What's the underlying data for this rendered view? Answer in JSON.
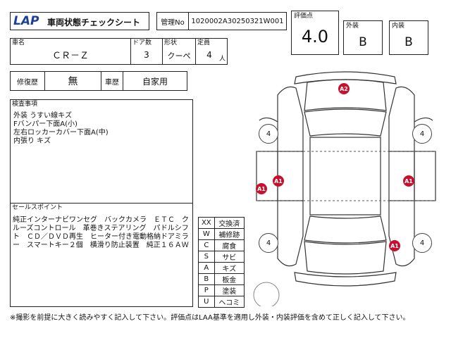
{
  "header": {
    "logo_text": "LAP",
    "title": "車両状態チェックシート",
    "mgmt_label": "管理No",
    "mgmt_value": "1020002A30250321W001"
  },
  "score": {
    "label": "評価点",
    "value": "4.0",
    "exterior_label": "外装",
    "exterior_value": "B",
    "interior_label": "内装",
    "interior_value": "B"
  },
  "vehicle": {
    "name_label": "車名",
    "name_value": "ＣＲ－Ｚ",
    "doors_label": "ドア数",
    "doors_value": "3",
    "shape_label": "形状",
    "shape_value": "クーペ",
    "capacity_label": "定員",
    "capacity_value": "4",
    "capacity_unit": "人"
  },
  "history": {
    "repair_label": "修復歴",
    "repair_value": "無",
    "usage_label": "車歴",
    "usage_value": "自家用"
  },
  "inspection": {
    "label": "検査事項",
    "lines": [
      "外装 うすい線キズ",
      "Fバンパー下面A(小)",
      "左右ロッカーカバー下面A(中)",
      "内張り キズ"
    ]
  },
  "sales": {
    "label": "セールスポイント",
    "text": "純正インターナビワンセグ　バックカメラ　ＥＴＣ　クルーズコントロール　革巻きステアリング　パドルシフト　ＣＤ／ＤＶＤ再生　ヒーター付き電動格納ドアミラー　スマートキー２個　横滑り防止装置　純正１６ＡＷ"
  },
  "legend": [
    {
      "code": "XX",
      "desc": "交換済"
    },
    {
      "code": "W",
      "desc": "補修跡"
    },
    {
      "code": "C",
      "desc": "腐食"
    },
    {
      "code": "S",
      "desc": "サビ"
    },
    {
      "code": "A",
      "desc": "キズ"
    },
    {
      "code": "B",
      "desc": "板金"
    },
    {
      "code": "P",
      "desc": "塗装"
    },
    {
      "code": "U",
      "desc": "ヘコミ"
    }
  ],
  "diagram": {
    "tires": [
      "4",
      "4",
      "4",
      "4"
    ],
    "marks": [
      "A2",
      "A1",
      "A1",
      "A1",
      "A1"
    ]
  },
  "footer": "※撮影を前提に大きく読みやすく記入して下さい。評価点はLAA基準を適用し外装・内装評価を含めて正しく記入して下さい。",
  "colors": {
    "logo": "#1d3f9a",
    "damage": "#c8102e"
  }
}
